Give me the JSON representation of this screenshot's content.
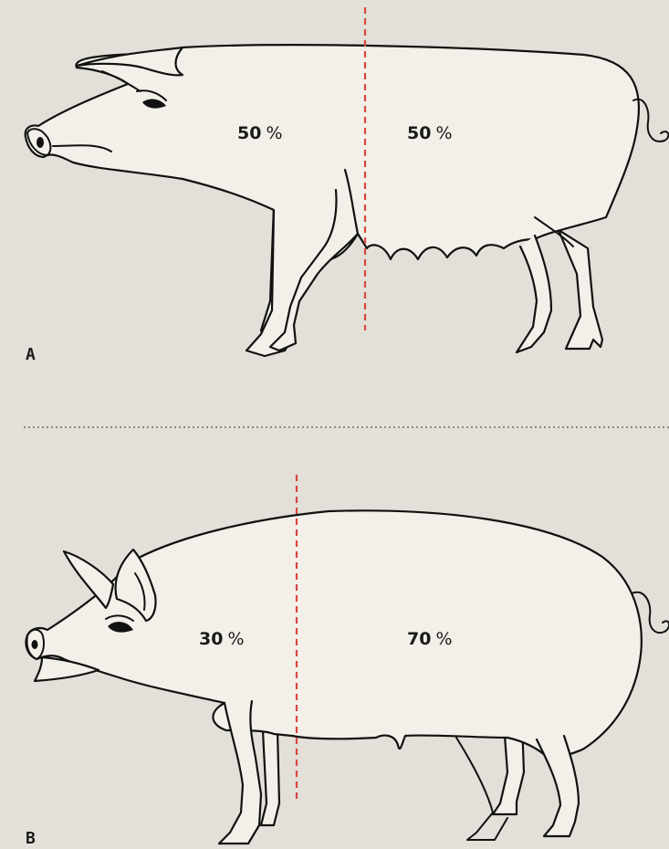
{
  "panels": [
    {
      "letter": "A",
      "front_value": "50",
      "rear_value": "50",
      "unit": "%",
      "front_fraction": 0.5,
      "rear_fraction": 0.5
    },
    {
      "letter": "B",
      "front_value": "30",
      "rear_value": "70",
      "unit": "%",
      "front_fraction": 0.3,
      "rear_fraction": 0.7
    }
  ],
  "colors": {
    "background": "#e2e0d8",
    "body_fill": "#f3f0e9",
    "outline": "#111111",
    "cut_line": "#d9473f",
    "divider": "#8a8880"
  },
  "icons": {
    "panel_a": "sow-pig-icon",
    "panel_b": "boar-pig-icon"
  }
}
